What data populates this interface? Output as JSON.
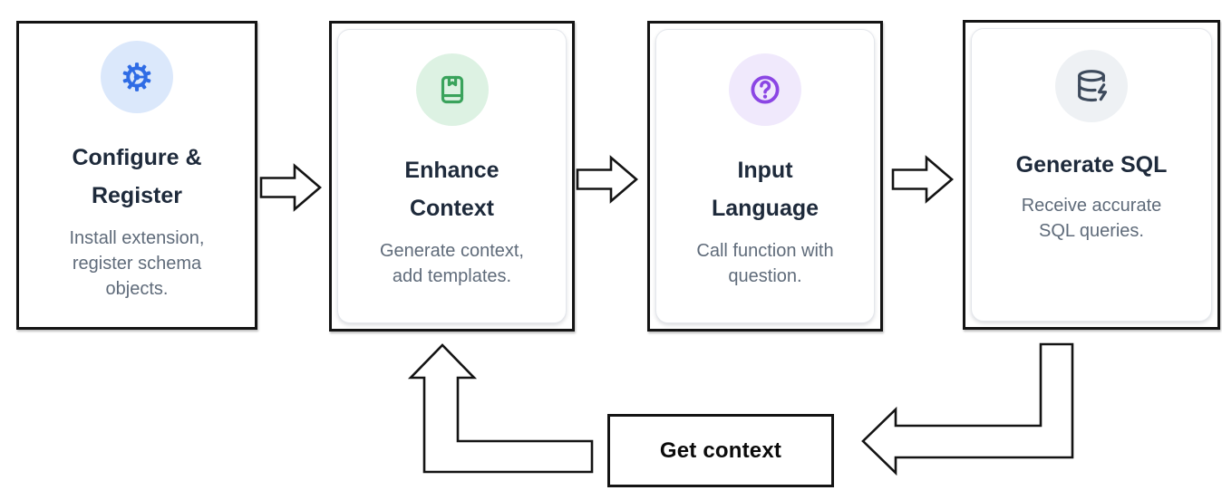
{
  "diagram": {
    "background": "#ffffff",
    "outline_color": "#141414",
    "title_color": "#1e2a3b",
    "description_color": "#5f6b7a"
  },
  "cards": [
    {
      "id": "configure-register",
      "title_lines": [
        "Configure &",
        "Register"
      ],
      "desc_lines": [
        "Install extension,",
        "register schema",
        "objects."
      ],
      "icon": "gear-icon",
      "icon_color": "#2f6ce5",
      "icon_bg": "#dbe8fb"
    },
    {
      "id": "enhance-context",
      "title_lines": [
        "Enhance",
        "Context"
      ],
      "desc_lines": [
        "Generate context,",
        "add templates."
      ],
      "icon": "book-bookmark-icon",
      "icon_color": "#3aa35c",
      "icon_bg": "#ddf2e3"
    },
    {
      "id": "input-language",
      "title_lines": [
        "Input",
        "Language"
      ],
      "desc_lines": [
        "Call function with",
        "question."
      ],
      "icon": "question-circle-icon",
      "icon_color": "#8b46e4",
      "icon_bg": "#f0e9fc"
    },
    {
      "id": "generate-sql",
      "title_lines": [
        "Generate SQL"
      ],
      "desc_lines": [
        "Receive accurate",
        "SQL queries."
      ],
      "icon": "database-zap-icon",
      "icon_color": "#3d4a5c",
      "icon_bg": "#eef1f4"
    }
  ],
  "loop_label": "Get context"
}
